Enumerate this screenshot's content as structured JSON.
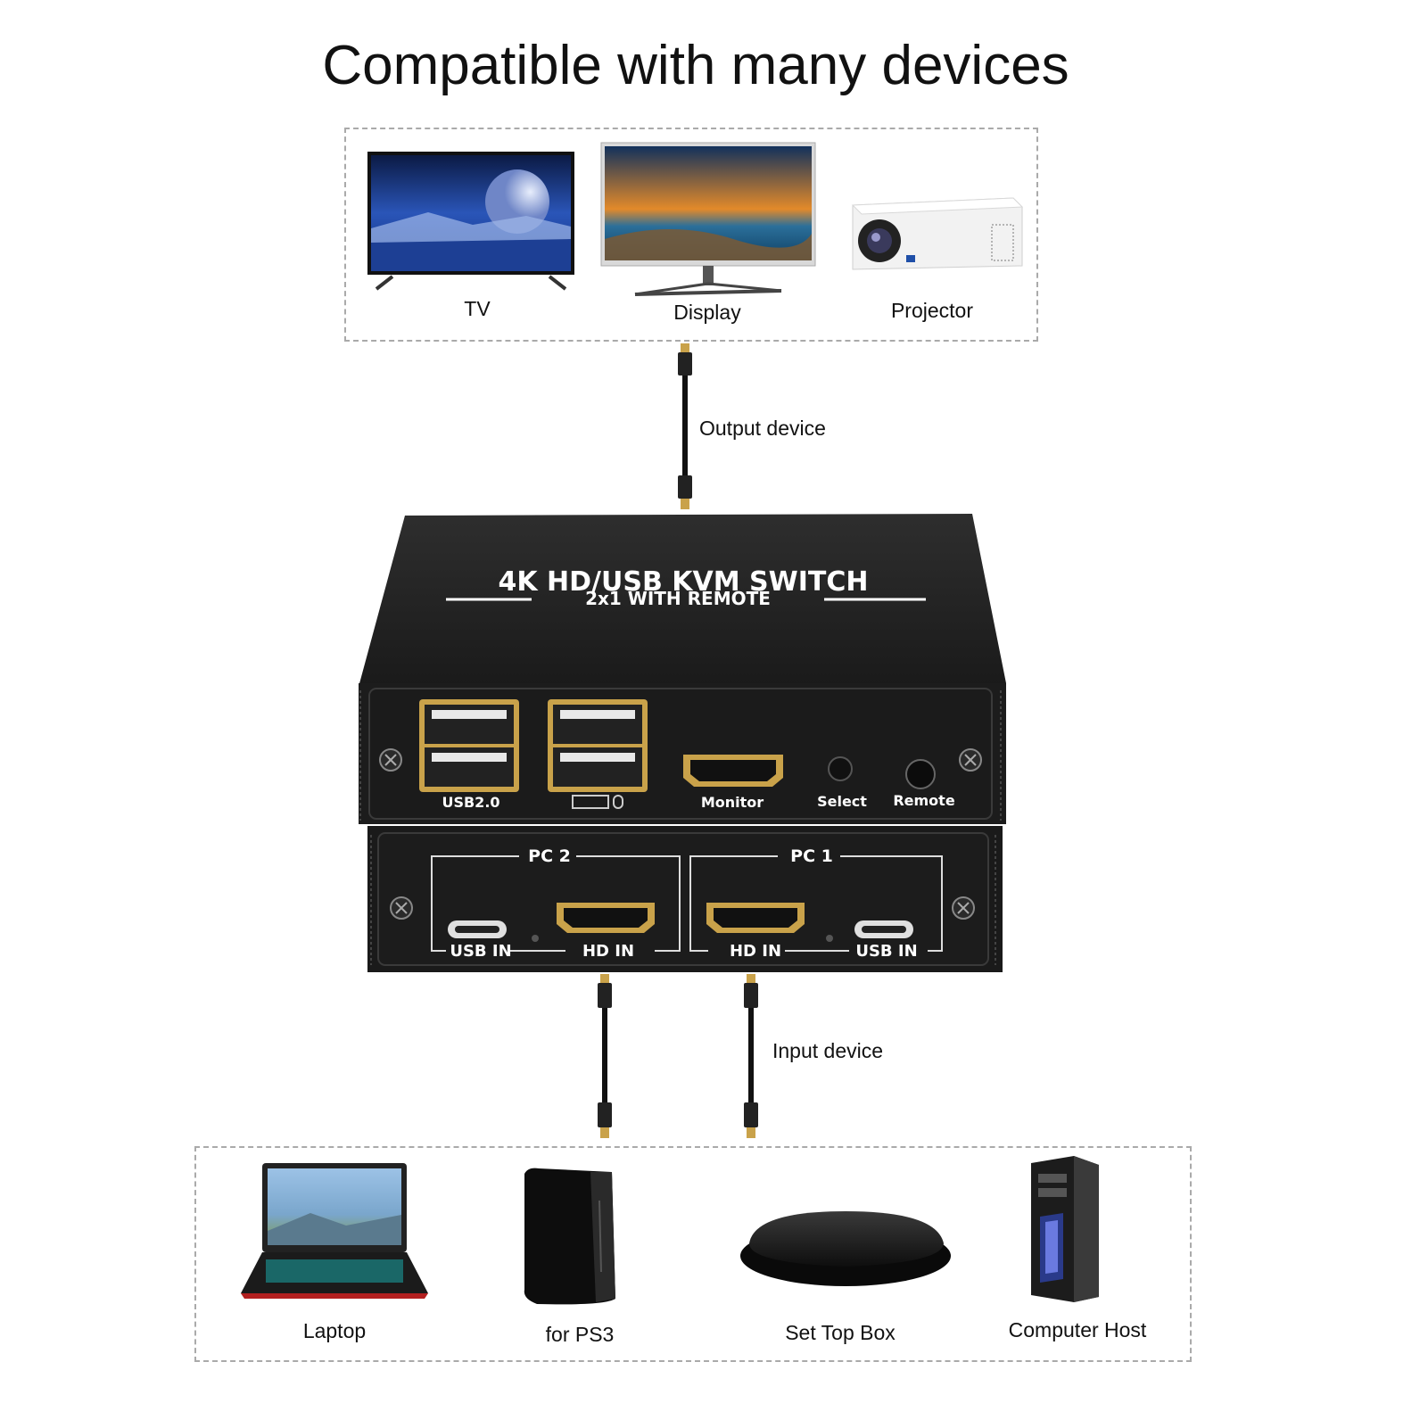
{
  "title": "Compatible with many devices",
  "output_devices": [
    {
      "label": "TV",
      "icon": "tv-icon"
    },
    {
      "label": "Display",
      "icon": "monitor-icon"
    },
    {
      "label": "Projector",
      "icon": "projector-icon"
    }
  ],
  "output_cable_label": "Output device",
  "input_cable_label": "Input device",
  "switch": {
    "title_line1": "4K HD/USB KVM SWITCH",
    "title_line2": "2x1 WITH REMOTE",
    "port_usb": "USB2.0",
    "port_monitor": "Monitor",
    "port_select": "Select",
    "port_remote": "Remote",
    "pc2_label": "PC 2",
    "pc1_label": "PC 1",
    "usb_in": "USB IN",
    "hd_in": "HD IN"
  },
  "input_devices": [
    {
      "label": "Laptop",
      "icon": "laptop-icon"
    },
    {
      "label": "for PS3",
      "icon": "console-icon"
    },
    {
      "label": "Set Top Box",
      "icon": "set-top-box-icon"
    },
    {
      "label": "Computer Host",
      "icon": "computer-tower-icon"
    }
  ]
}
